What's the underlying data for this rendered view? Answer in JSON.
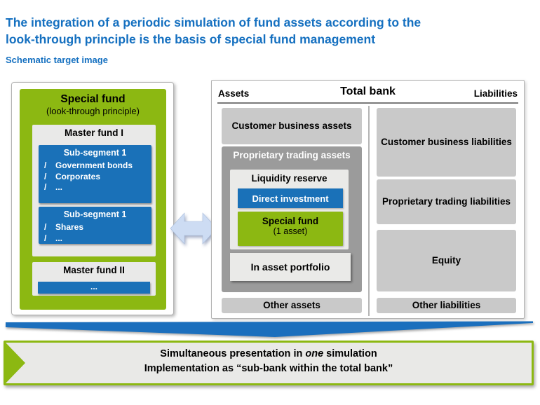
{
  "colors": {
    "title_blue": "#1570c0",
    "box_blue": "#1a71b8",
    "green": "#8cb812",
    "gray_light": "#c9c9c9",
    "gray_lighter": "#e9e9e8",
    "gray_dark": "#9b9b9b",
    "arrow_light_blue": "#cddcf3",
    "bottom_arrow_blue": "#1b6fbd"
  },
  "header": {
    "title_line1": "The integration of a periodic simulation of fund assets according to the",
    "title_line2": "look-through principle is the basis of special fund management",
    "subtitle": "Schematic target image"
  },
  "bullet": "/",
  "special_fund": {
    "title": "Special fund",
    "subtitle": "(look-through principle)",
    "master_fund_1": {
      "title": "Master fund I",
      "segments": [
        {
          "title": "Sub-segment 1",
          "items": [
            "Government bonds",
            "Corporates",
            "..."
          ]
        },
        {
          "title": "Sub-segment 1",
          "items": [
            "Shares",
            "..."
          ]
        }
      ]
    },
    "master_fund_2": {
      "title": "Master fund II",
      "bar_label": "..."
    }
  },
  "total_bank": {
    "title": "Total bank",
    "assets_label": "Assets",
    "liabilities_label": "Liabilities",
    "customer_business_assets": "Customer business assets",
    "proprietary_trading_assets": "Proprietary trading assets",
    "liquidity_reserve": "Liquidity reserve",
    "direct_investment": "Direct investment",
    "special_fund_title": "Special fund",
    "special_fund_subtitle": "(1 asset)",
    "in_asset_portfolio": "In asset portfolio",
    "other_assets": "Other assets",
    "liabilities": [
      "Customer business liabilities",
      "Proprietary trading liabilities",
      "Equity",
      "Other liabilities"
    ]
  },
  "bottom_banner": {
    "line1_prefix": "Simultaneous presentation in ",
    "line1_italic": "one",
    "line1_suffix": " simulation",
    "line2": "Implementation as “sub-bank within the total bank”"
  }
}
